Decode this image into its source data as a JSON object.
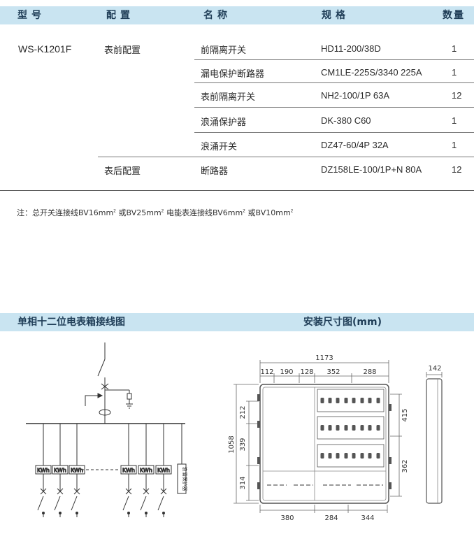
{
  "table": {
    "headers": {
      "model": "型号",
      "config": "配置",
      "name": "名称",
      "spec": "规格",
      "qty": "数量"
    },
    "model": "WS-K1201F",
    "rows": [
      {
        "config": "表前配置",
        "name": "前隔离开关",
        "spec": "HD11-200/38D",
        "qty": "1"
      },
      {
        "config": "",
        "name": "漏电保护断路器",
        "spec": "CM1LE-225S/3340 225A",
        "qty": "1"
      },
      {
        "config": "",
        "name": "表前隔离开关",
        "spec": "NH2-100/1P 63A",
        "qty": "12"
      },
      {
        "config": "",
        "name": "浪涌保护器",
        "spec": "DK-380 C60",
        "qty": "1"
      },
      {
        "config": "",
        "name": "浪涌开关",
        "spec": "DZ47-60/4P 32A",
        "qty": "1"
      },
      {
        "config": "表后配置",
        "name": "断路器",
        "spec": "DZ158LE-100/1P+N 80A",
        "qty": "12"
      }
    ]
  },
  "note": {
    "prefix": "注：总开关连接线BV16mm",
    "part2": "或BV25mm",
    "part3": "电能表连接线BV6mm",
    "part4": "或BV10mm",
    "sup": "2"
  },
  "section2": {
    "wiring_title": "单相十二位电表箱接线图",
    "dims_title": "安装尺寸图(mm)"
  },
  "wiring": {
    "meter_label": "KWh",
    "spd_label": "浪涌保护器"
  },
  "dims": {
    "overall_width": "1173",
    "top_dims": [
      "112",
      "190",
      "128",
      "352",
      "288"
    ],
    "depth": "142",
    "overall_height": "1058",
    "left_dims": [
      "212",
      "339",
      "314"
    ],
    "right_dims": [
      "415",
      "362"
    ],
    "bottom_dims": [
      "380",
      "284",
      "344"
    ]
  },
  "colors": {
    "header_bg": "#c9e4f1",
    "header_text": "#1f3d57"
  }
}
